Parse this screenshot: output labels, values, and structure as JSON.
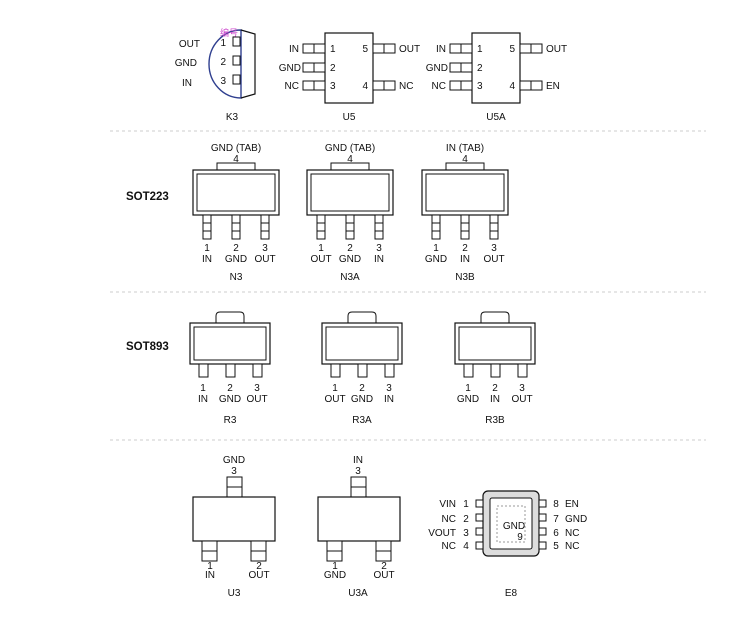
{
  "colors": {
    "stroke": "#111111",
    "k3_outline": "#2f3f8f",
    "watermark": "#cc44cc",
    "divider": "#cccccc",
    "e8_fill": "#dddddd",
    "e8_pad": "#999999"
  },
  "row1": {
    "k3": {
      "caption": "K3",
      "watermark": "编号",
      "pins": [
        {
          "num": "1",
          "label": "OUT"
        },
        {
          "num": "2",
          "label": "GND"
        },
        {
          "num": "3",
          "label": "IN"
        }
      ]
    },
    "u5": {
      "caption": "U5",
      "left": [
        {
          "num": "1",
          "label": "IN"
        },
        {
          "num": "2",
          "label": "GND"
        },
        {
          "num": "3",
          "label": "NC"
        }
      ],
      "right": [
        {
          "num": "5",
          "label": "OUT"
        },
        {
          "num": "4",
          "label": "NC"
        }
      ]
    },
    "u5a": {
      "caption": "U5A",
      "left": [
        {
          "num": "1",
          "label": "IN"
        },
        {
          "num": "2",
          "label": "GND"
        },
        {
          "num": "3",
          "label": "NC"
        }
      ],
      "right": [
        {
          "num": "5",
          "label": "OUT"
        },
        {
          "num": "4",
          "label": "EN"
        }
      ]
    }
  },
  "sot223": {
    "section_label": "SOT223",
    "packages": [
      {
        "caption": "N3",
        "tab_label": "GND (TAB)",
        "tab_num": "4",
        "pins": [
          {
            "num": "1",
            "label": "IN"
          },
          {
            "num": "2",
            "label": "GND"
          },
          {
            "num": "3",
            "label": "OUT"
          }
        ]
      },
      {
        "caption": "N3A",
        "tab_label": "GND (TAB)",
        "tab_num": "4",
        "pins": [
          {
            "num": "1",
            "label": "OUT"
          },
          {
            "num": "2",
            "label": "GND"
          },
          {
            "num": "3",
            "label": "IN"
          }
        ]
      },
      {
        "caption": "N3B",
        "tab_label": "IN (TAB)",
        "tab_num": "4",
        "pins": [
          {
            "num": "1",
            "label": "GND"
          },
          {
            "num": "2",
            "label": "IN"
          },
          {
            "num": "3",
            "label": "OUT"
          }
        ]
      }
    ]
  },
  "sot893": {
    "section_label": "SOT893",
    "packages": [
      {
        "caption": "R3",
        "pins": [
          {
            "num": "1",
            "label": "IN"
          },
          {
            "num": "2",
            "label": "GND"
          },
          {
            "num": "3",
            "label": "OUT"
          }
        ]
      },
      {
        "caption": "R3A",
        "pins": [
          {
            "num": "1",
            "label": "OUT"
          },
          {
            "num": "2",
            "label": "GND"
          },
          {
            "num": "3",
            "label": "IN"
          }
        ]
      },
      {
        "caption": "R3B",
        "pins": [
          {
            "num": "1",
            "label": "GND"
          },
          {
            "num": "2",
            "label": "IN"
          },
          {
            "num": "3",
            "label": "OUT"
          }
        ]
      }
    ]
  },
  "row4": {
    "u3": {
      "caption": "U3",
      "top": {
        "num": "3",
        "label": "GND"
      },
      "bottom": [
        {
          "num": "1",
          "label": "IN"
        },
        {
          "num": "2",
          "label": "OUT"
        }
      ]
    },
    "u3a": {
      "caption": "U3A",
      "top": {
        "num": "3",
        "label": "IN"
      },
      "bottom": [
        {
          "num": "1",
          "label": "GND"
        },
        {
          "num": "2",
          "label": "OUT"
        }
      ]
    },
    "e8": {
      "caption": "E8",
      "pad_label": "GND",
      "pad_num": "9",
      "left": [
        {
          "num": "1",
          "label": "VIN"
        },
        {
          "num": "2",
          "label": "NC"
        },
        {
          "num": "3",
          "label": "VOUT"
        },
        {
          "num": "4",
          "label": "NC"
        }
      ],
      "right": [
        {
          "num": "8",
          "label": "EN"
        },
        {
          "num": "7",
          "label": "GND"
        },
        {
          "num": "6",
          "label": "NC"
        },
        {
          "num": "5",
          "label": "NC"
        }
      ]
    }
  }
}
